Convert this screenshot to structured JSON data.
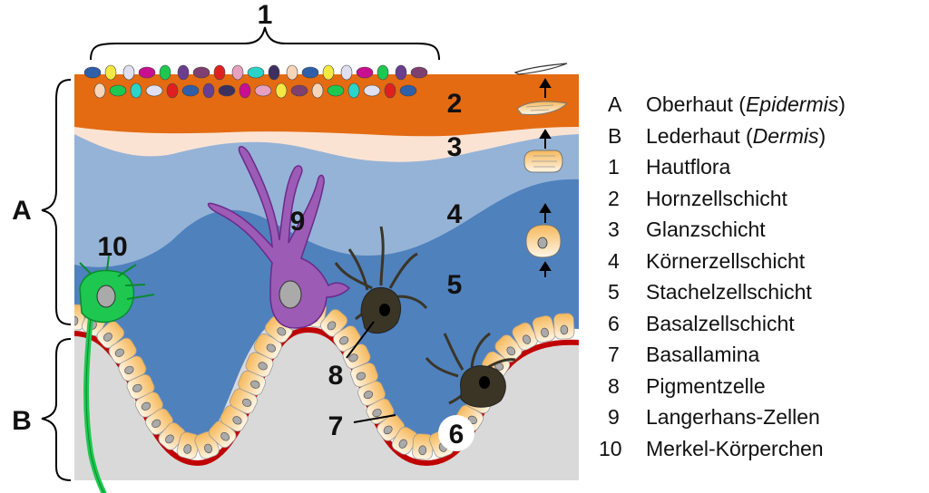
{
  "diagram": {
    "labels": {
      "n1": "1",
      "n2": "2",
      "n3": "3",
      "n4": "4",
      "n5": "5",
      "n6": "6",
      "n7": "7",
      "n8": "8",
      "n9": "9",
      "n10": "10",
      "A": "A",
      "B": "B"
    },
    "colors": {
      "stratum_corneum": "#e46b12",
      "stratum_lucidum": "#fbe3d4",
      "stratum_granulosum": "#95b3d7",
      "stratum_spinosum": "#4f81bd",
      "dermis": "#d9d9d9",
      "basal_lamina": "#c00000",
      "merkel_cell": "#1ec850",
      "langerhans_cell": "#9c5bb5",
      "pigment_cell": "#3b3526"
    }
  },
  "legend": [
    {
      "key": "A",
      "text": "Oberhaut (",
      "italic": "Epidermis",
      "after": ")"
    },
    {
      "key": "B",
      "text": "Lederhaut (",
      "italic": "Dermis",
      "after": ")"
    },
    {
      "key": "1",
      "text": "Hautflora"
    },
    {
      "key": "2",
      "text": "Hornzellschicht"
    },
    {
      "key": "3",
      "text": "Glanzschicht"
    },
    {
      "key": "4",
      "text": "Körnerzellschicht"
    },
    {
      "key": "5",
      "text": "Stachelzellschicht"
    },
    {
      "key": "6",
      "text": "Basalzellschicht"
    },
    {
      "key": "7",
      "text": "Basallamina"
    },
    {
      "key": "8",
      "text": "Pigmentzelle"
    },
    {
      "key": "9",
      "text": "Langerhans-Zellen"
    },
    {
      "key": "10",
      "text": "Merkel-Körperchen"
    }
  ]
}
